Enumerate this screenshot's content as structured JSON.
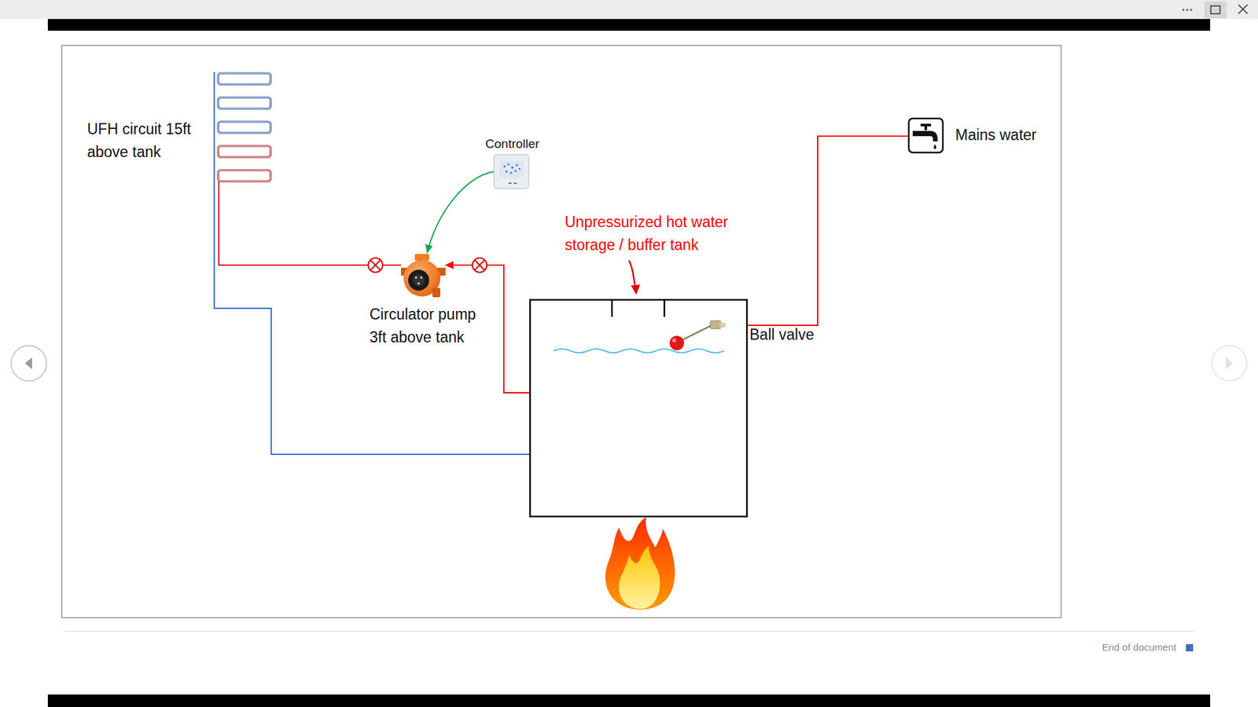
{
  "diagram": {
    "nodes": [
      {
        "text": [
          "UFH circuit 15ft above tank"
        ]
      },
      {
        "text": [
          "Controller"
        ]
      },
      {
        "text": [
          "Circulator pump 3ft above tank"
        ]
      },
      {
        "text": [
          "Unpressurized hot water storage / buffer tank"
        ]
      },
      {
        "text": [
          "Mains water"
        ]
      }
    ],
    "edges": [
      {
        "from": 1,
        "to": 2,
        "arrow": "to"
      },
      {
        "from": 3,
        "to": 2,
        "arrow": "to"
      },
      {
        "from": 2,
        "to": 0,
        "arrow": "none"
      },
      {
        "from": 0,
        "to": 3,
        "arrow": "to"
      },
      {
        "from": 4,
        "to": 3,
        "arrow": "to"
      }
    ],
    "labels": [
      "Ball valve",
      "End of document"
    ]
  }
}
